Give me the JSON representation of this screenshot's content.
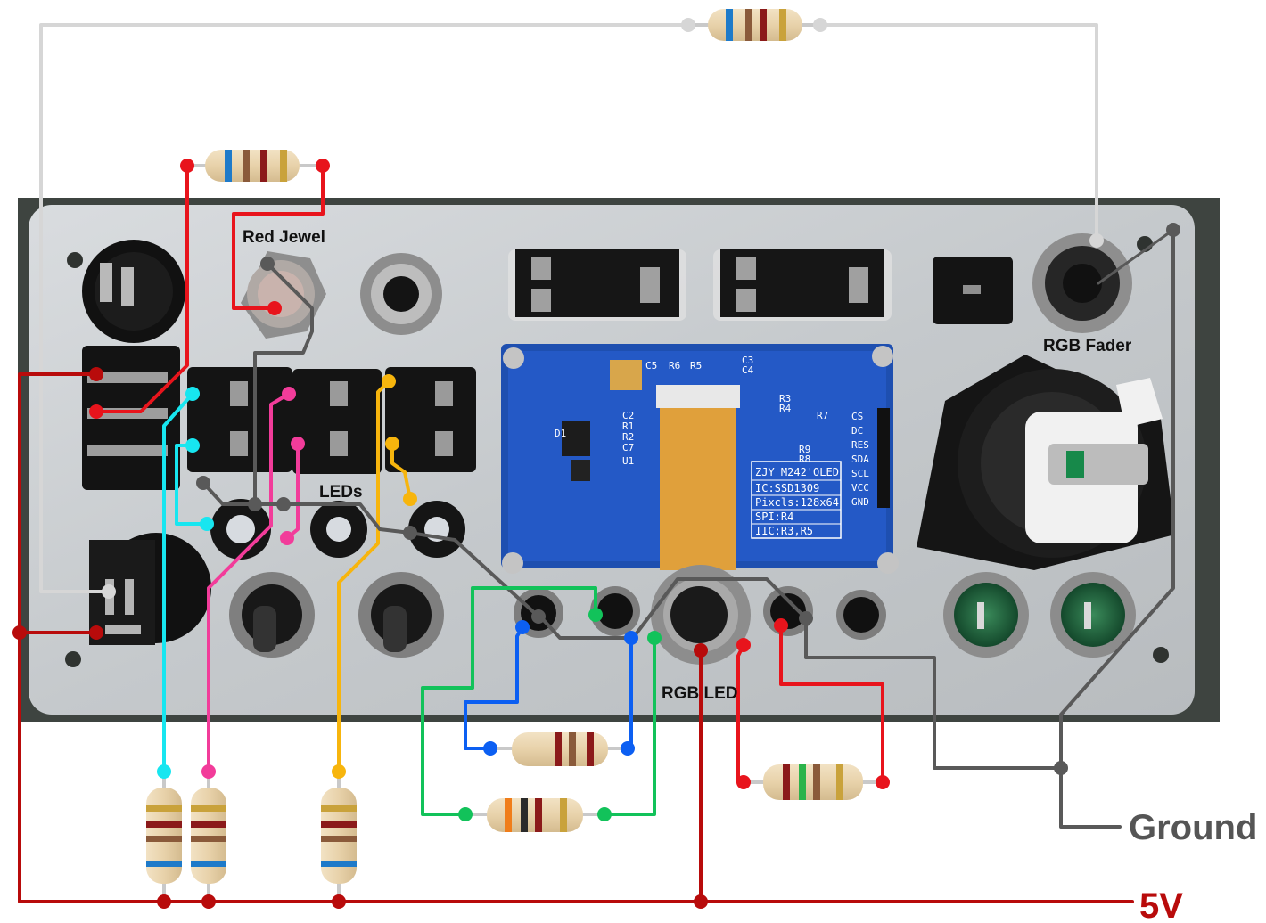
{
  "labels": {
    "red_jewel": "Red Jewel",
    "rgb_fader": "RGB Fader",
    "leds": "LEDs",
    "rgb_led": "RGB LED",
    "ground": "Ground",
    "five_volt": "5V"
  },
  "oled_label": {
    "line1": "ZJY M242'OLED",
    "line2": "IC:SSD1309",
    "line3": "Pixcls:128x64",
    "line4": "SPI:R4",
    "line5": "IIC:R3,R5"
  },
  "oled_pins": [
    "CS",
    "DC",
    "RES",
    "SDA",
    "SCL",
    "VCC",
    "GND"
  ],
  "pcb_silk": {
    "c5": "C5",
    "r6": "R6",
    "r5": "R5",
    "c3": "C3",
    "c4": "C4",
    "r3": "R3",
    "r4": "R4",
    "r7": "R7",
    "c2": "C2",
    "r1": "R1",
    "r2": "R2",
    "c7": "C7",
    "u1": "U1",
    "d1": "D1",
    "r9": "R9",
    "r8": "R8"
  },
  "colors": {
    "red_wire": "#e8141c",
    "dark_red_wire": "#b80b0b",
    "cyan_wire": "#17e6f0",
    "pink_wire": "#f23c9a",
    "yellow_wire": "#f7b50d",
    "blue_wire": "#0c5ff2",
    "green_wire": "#12c25a",
    "gray_wire": "#595959",
    "light_gray_wire": "#d6d6d6",
    "ground_text": "#555555",
    "five_volt_text": "#b80b0b",
    "panel": "#cdd0d3",
    "pcb": "#1e4fb0"
  }
}
